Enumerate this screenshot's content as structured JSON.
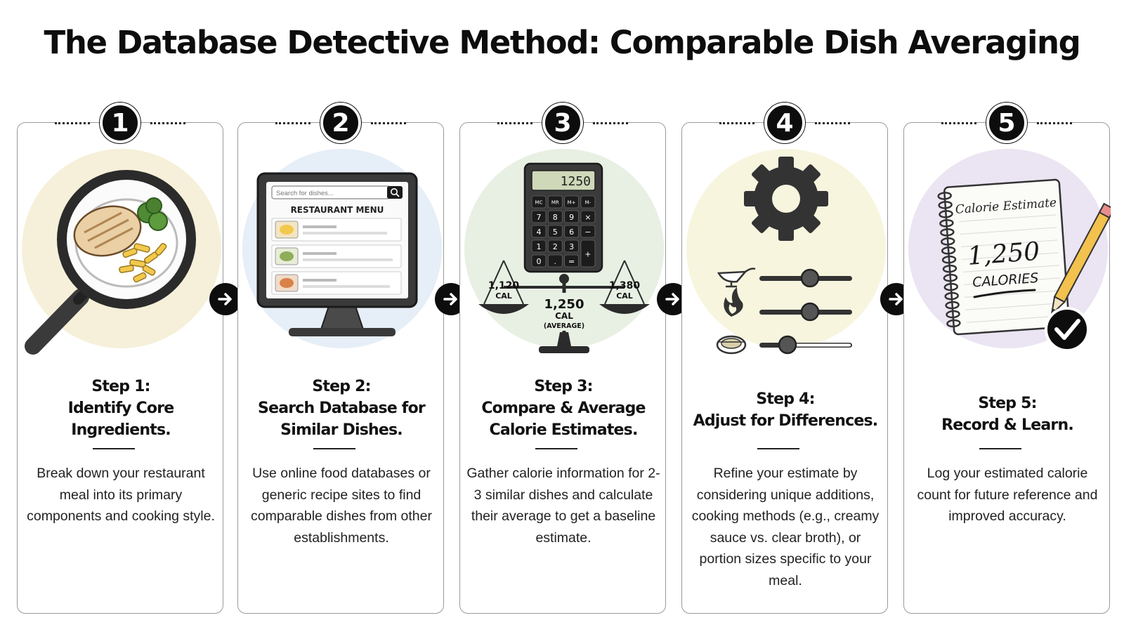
{
  "title": "The Database Detective Method: Comparable Dish Averaging",
  "steps": [
    {
      "number": "1",
      "heading_line1": "Step 1:",
      "heading_line2": "Identify Core Ingredients.",
      "description": "Break down your restaurant meal into its primary components and cooking style."
    },
    {
      "number": "2",
      "heading_line1": "Step 2:",
      "heading_line2": "Search Database for",
      "heading_line3": "Similar Dishes.",
      "description": "Use online food databases or generic recipe sites to find comparable dishes from other establishments."
    },
    {
      "number": "3",
      "heading_line1": "Step 3:",
      "heading_line2": "Compare & Average",
      "heading_line3": "Calorie Estimates.",
      "description": "Gather calorie information for 2-3 similar dishes and calculate their average to get a baseline estimate."
    },
    {
      "number": "4",
      "heading_line1": "Step 4:",
      "heading_line2": "Adjust for Differences.",
      "description": "Refine your estimate by considering unique additions, cooking methods (e.g., creamy sauce vs. clear broth), or portion sizes specific to your meal."
    },
    {
      "number": "5",
      "heading_line1": "Step 5:",
      "heading_line2": "Record & Learn.",
      "description": "Log your estimated calorie count for future reference and improved accuracy."
    }
  ],
  "illustrations": {
    "search_placeholder": "Search for dishes...",
    "menu_title": "RESTAURANT MENU",
    "calc_display": "1250",
    "calc_keys": [
      "MC",
      "MR",
      "M+",
      "M-",
      "7",
      "8",
      "9",
      "×",
      "4",
      "5",
      "6",
      "−",
      "1",
      "2",
      "3",
      "+",
      "0",
      ".",
      "="
    ],
    "scale_left_value": "1,120",
    "scale_left_unit": "CAL",
    "scale_right_value": "1,380",
    "scale_right_unit": "CAL",
    "scale_center_value": "1,250",
    "scale_center_unit": "CAL",
    "scale_center_note": "(AVERAGE)",
    "notebook_title": "Calorie Estimate",
    "notebook_value": "1,250",
    "notebook_unit": "CALORIES"
  },
  "colors": {
    "step1_circle": "#f6f0da",
    "step2_circle": "#e6eef7",
    "step3_circle": "#e8f0e4",
    "step4_circle": "#f8f5df",
    "step5_circle": "#ebe4f2"
  }
}
